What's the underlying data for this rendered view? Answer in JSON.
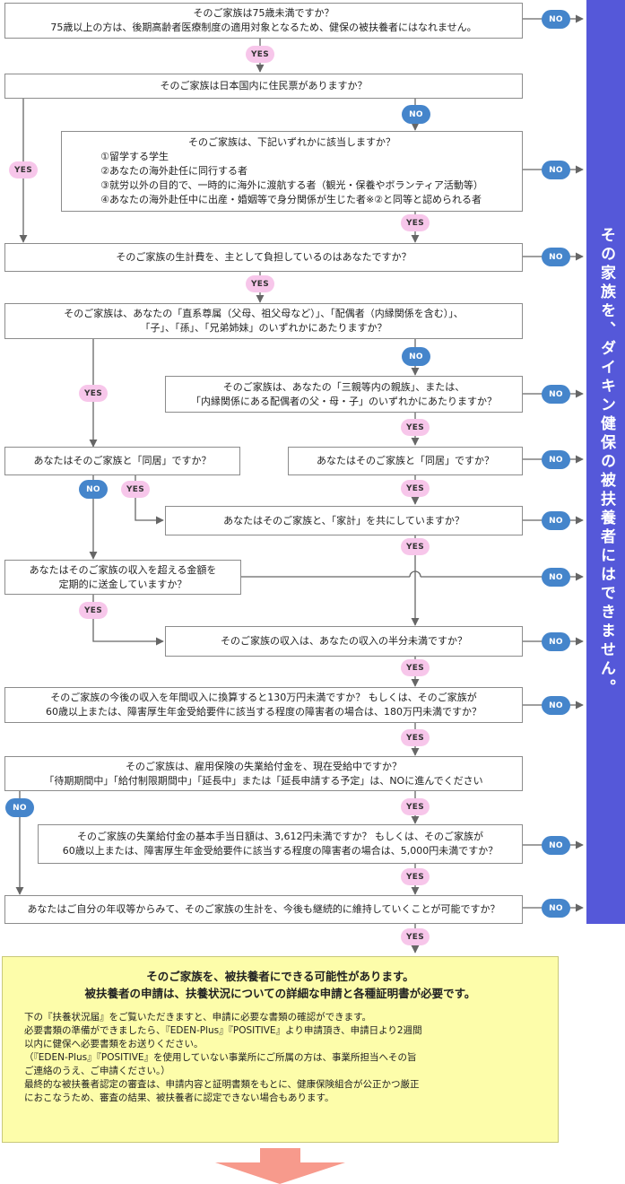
{
  "sidebar_text": "その家族を、ダイキン健保の被扶養者にはできません。",
  "labels": {
    "yes": "YES",
    "no": "NO"
  },
  "colors": {
    "yes_pill": "#f7c6ea",
    "no_pill": "#4585cb",
    "sidebar": "#5558d9",
    "result_bg": "#fdfdaa",
    "arrow": "#f79a8c"
  },
  "q1": {
    "line1": "そのご家族は75歳未満ですか？",
    "line2": "75歳以上の方は、後期高齢者医療制度の適用対象となるため、健保の被扶養者にはなれません。"
  },
  "q2": {
    "line1": "そのご家族は日本国内に住民票がありますか？"
  },
  "q3": {
    "line1": "そのご家族は、下記いずれかに該当しますか？",
    "items": [
      "①留学する学生",
      "②あなたの海外赴任に同行する者",
      "③就労以外の目的で、一時的に海外に渡航する者（観光・保養やボランティア活動等）",
      "④あなたの海外赴任中に出産・婚姻等で身分関係が生じた者※②と同等と認められる者"
    ]
  },
  "q4": {
    "line1": "そのご家族の生計費を、主として負担しているのはあなたですか？"
  },
  "q5": {
    "line1": "そのご家族は、あなたの「直系尊属（父母、祖父母など）」、「配偶者（内縁関係を含む）」、",
    "line2": "「子」、「孫」、「兄弟姉妹」のいずれかにあたりますか？"
  },
  "q6": {
    "line1": "そのご家族は、あなたの「三親等内の親族」、または、",
    "line2": "「内縁関係にある配偶者の父・母・子」のいずれかにあたりますか？"
  },
  "q7a": {
    "line1": "あなたはそのご家族と「同居」ですか？"
  },
  "q7b": {
    "line1": "あなたはそのご家族と「同居」ですか？"
  },
  "q8": {
    "line1": "あなたはそのご家族と、「家計」を共にしていますか？"
  },
  "q9": {
    "line1": "あなたはそのご家族の収入を超える金額を",
    "line2": "定期的に送金していますか？"
  },
  "q10": {
    "line1": "そのご家族の収入は、あなたの収入の半分未満ですか？"
  },
  "q11": {
    "line1": "そのご家族の今後の収入を年間収入に換算すると130万円未満ですか？ もしくは、そのご家族が",
    "line2": "60歳以上または、障害厚生年金受給要件に該当する程度の障害者の場合は、180万円未満ですか？"
  },
  "q12": {
    "line1": "そのご家族は、雇用保険の失業給付金を、現在受給中ですか？",
    "line2": "「待期期間中」「給付制限期間中」「延長中」または「延長申請する予定」は、NOに進んでください"
  },
  "q13": {
    "line1": "そのご家族の失業給付金の基本手当日額は、3,612円未満ですか？ もしくは、そのご家族が",
    "line2": "60歳以上または、障害厚生年金受給要件に該当する程度の障害者の場合は、5,000円未満ですか？"
  },
  "q14": {
    "line1": "あなたはご自分の年収等からみて、そのご家族の生計を、今後も継続的に維持していくことが可能ですか？"
  },
  "result": {
    "heading1": "そのご家族を、被扶養者にできる可能性があります。",
    "heading2": "被扶養者の申請は、扶養状況についての詳細な申請と各種証明書が必要です。",
    "lines": [
      "下の『扶養状況届』をご覧いただきますと、申請に必要な書類の確認ができます。",
      "必要書類の準備ができましたら、『EDEN-Plus』『POSITIVE』より申請頂き、申請日より2週間",
      "以内に健保へ必要書類をお送りください。",
      "（『EDEN-Plus』『POSITIVE』を使用していない事業所にご所属の方は、事業所担当へその旨",
      "ご連絡のうえ、ご申請ください。）",
      "最終的な被扶養者認定の審査は、申請内容と証明書類をもとに、健康保険組合が公正かつ厳正",
      "におこなうため、審査の結果、被扶養者に認定できない場合もあります。"
    ]
  }
}
